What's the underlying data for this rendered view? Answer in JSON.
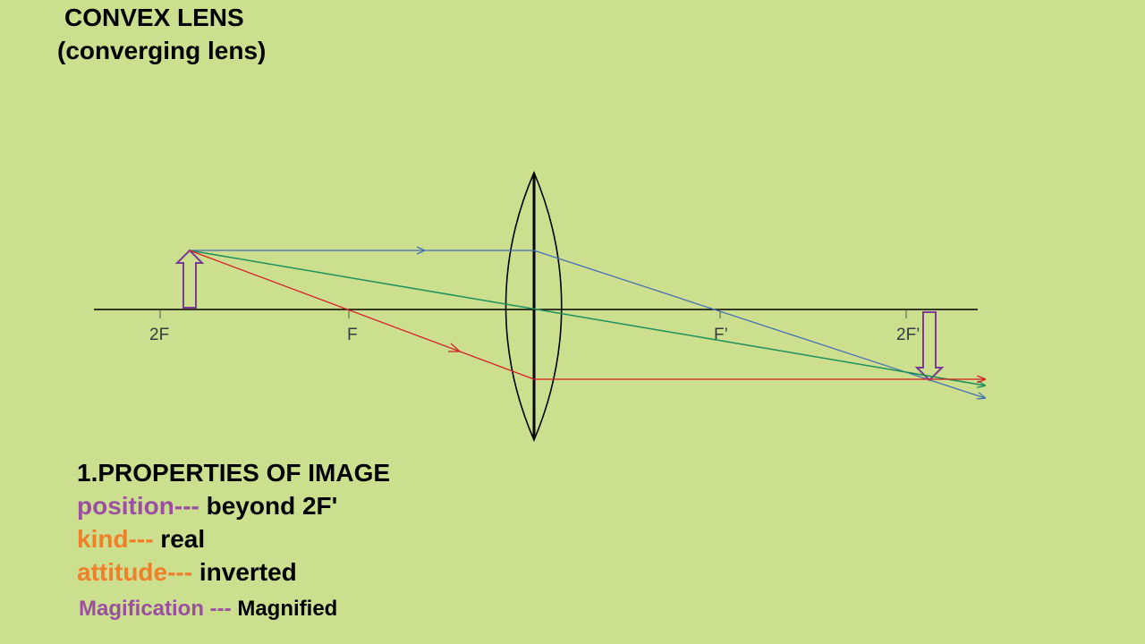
{
  "title": {
    "line1": "CONVEX LENS",
    "line2": "(converging lens)"
  },
  "axis": {
    "labels": [
      "2F",
      "F",
      "F’",
      "2F’"
    ]
  },
  "colors": {
    "background": "#cbdf8f",
    "ray_parallel": "#4a6fb0",
    "ray_center": "#1f8f5a",
    "ray_focal": "#d61f26",
    "object_arrow": "#7a3a96",
    "label_purple": "#9b4fa3",
    "label_orange": "#f07f2a"
  },
  "properties": {
    "heading": "1.PROPERTIES OF IMAGE",
    "position_label": "position---",
    "position_value": " beyond 2F'",
    "kind_label": "kind---",
    "kind_value": " real",
    "attitude_label": "attitude---",
    "attitude_value": " inverted",
    "magnification_label": "Magification ---",
    "magnification_value": " Magnified"
  }
}
